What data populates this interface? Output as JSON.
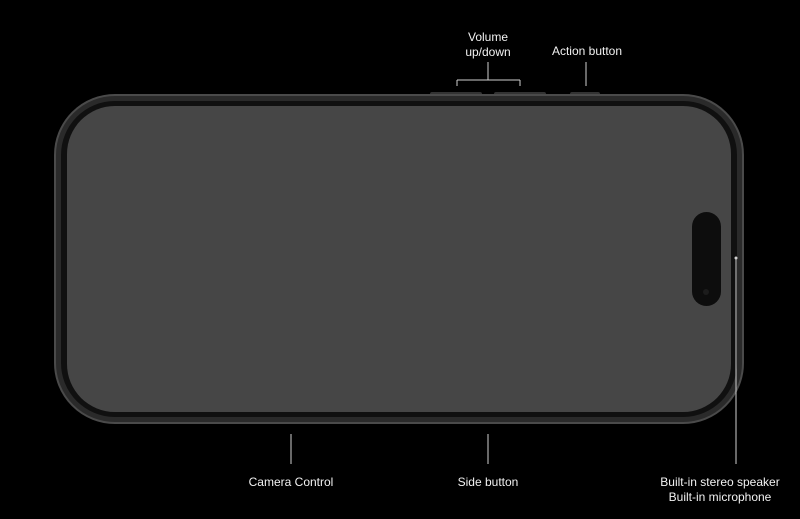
{
  "labels": {
    "volume": [
      "Volume",
      "up/down"
    ],
    "action": "Action button",
    "camera_control": "Camera Control",
    "side": "Side button",
    "speaker": "Built-in stereo speaker",
    "microphone": "Built-in microphone"
  },
  "colors": {
    "background": "#000000",
    "frame": "#2a2a2a",
    "frame_edge": "#4a4a4a",
    "screen": "#464646",
    "island": "#0d0d0d",
    "text": "#f2f2f2",
    "callout_line": "#d0d0d0"
  }
}
